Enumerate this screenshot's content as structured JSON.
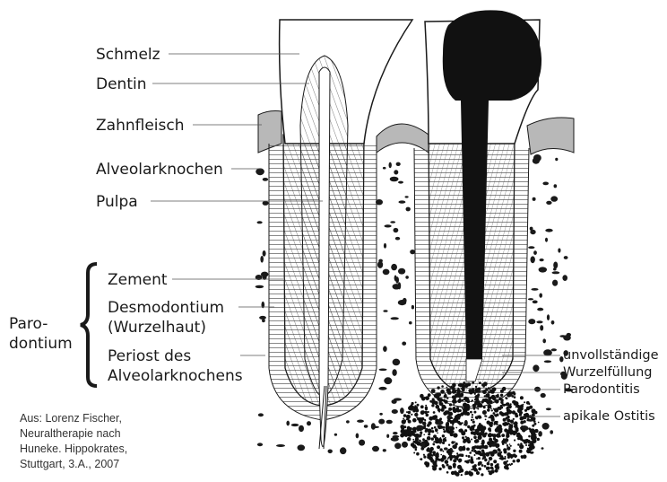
{
  "labels": {
    "schmelz": "Schmelz",
    "dentin": "Dentin",
    "zahnfleisch": "Zahnfleisch",
    "alveolarknochen": "Alveolarknochen",
    "pulpa": "Pulpa",
    "zement": "Zement",
    "desmodontium": "Desmodontium",
    "wurzelhaut": "(Wurzelhaut)",
    "periost_1": "Periost des",
    "periost_2": "Alveolarknochens",
    "parodontium_1": "Paro-",
    "parodontium_2": "dontium"
  },
  "right_labels": {
    "unvollstaendige": "unvollständige",
    "wurzelfuellung": "Wurzelfüllung",
    "parodontitis": "Parodontitis",
    "apikale_ostitis": "apikale Ostitis"
  },
  "source": {
    "line1": "Aus: Lorenz Fischer,",
    "line2": "Neuraltherapie nach",
    "line3": "Huneke. Hippokrates,",
    "line4": "Stuttgart, 3.A., 2007"
  },
  "colors": {
    "ink": "#1a1a1a",
    "gum": "#b8b8b8",
    "background": "#ffffff"
  }
}
